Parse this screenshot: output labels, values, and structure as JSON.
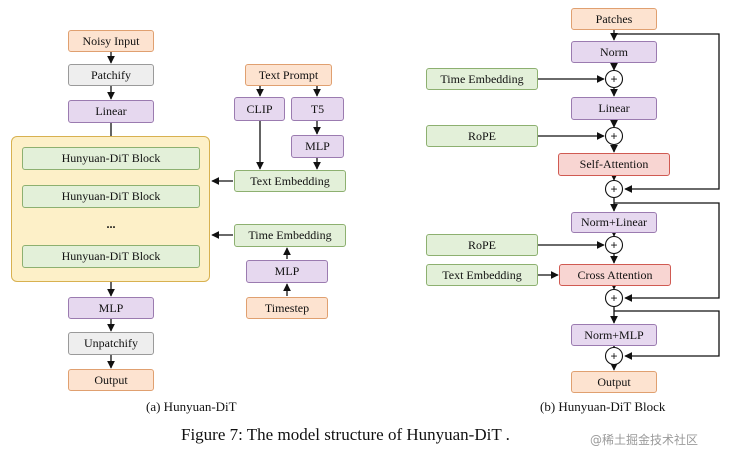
{
  "left": {
    "noisy_input": "Noisy Input",
    "patchify": "Patchify",
    "linear": "Linear",
    "block1": "Hunyuan-DiT Block",
    "block2": "Hunyuan-DiT Block",
    "ellipsis": "...",
    "block3": "Hunyuan-DiT Block",
    "mlp": "MLP",
    "unpatchify": "Unpatchify",
    "output": "Output",
    "text_prompt": "Text Prompt",
    "clip": "CLIP",
    "t5": "T5",
    "t5_mlp": "MLP",
    "text_embedding": "Text Embedding",
    "time_embedding": "Time Embedding",
    "time_mlp": "MLP",
    "timestep": "Timestep",
    "caption": "(a) Hunyuan-DiT"
  },
  "right": {
    "patches": "Patches",
    "norm": "Norm",
    "time_embedding": "Time Embedding",
    "linear": "Linear",
    "rope1": "RoPE",
    "self_attention": "Self-Attention",
    "norm_linear": "Norm+Linear",
    "rope2": "RoPE",
    "text_embedding": "Text Embedding",
    "cross_attention": "Cross Attention",
    "norm_mlp": "Norm+MLP",
    "output": "Output",
    "caption": "(b) Hunyuan-DiT Block",
    "plus": "+"
  },
  "figure_caption": "Figure 7: The model structure of Hunyuan-DiT .",
  "watermark": "@稀土掘金技术社区",
  "colors": {
    "orange": "#fde3d0",
    "gray": "#eeeeee",
    "purple": "#e6d8ef",
    "green": "#e3f0d9",
    "red": "#f8d5d2",
    "block_bg": "#fdf0c8"
  }
}
